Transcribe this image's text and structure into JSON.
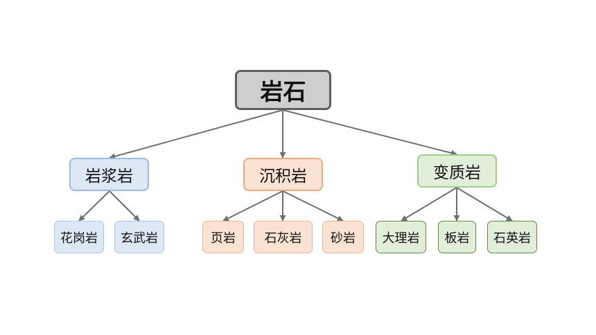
{
  "diagram": {
    "root": {
      "label": "岩石"
    },
    "categories": [
      {
        "label": "岩浆岩",
        "color": "#dde8f5",
        "children": [
          "花岗岩",
          "玄武岩"
        ]
      },
      {
        "label": "沉积岩",
        "color": "#fbe3d4",
        "children": [
          "页岩",
          "石灰岩",
          "砂岩"
        ]
      },
      {
        "label": "变质岩",
        "color": "#e1efd8",
        "children": [
          "大理岩",
          "板岩",
          "石英岩"
        ]
      }
    ],
    "edge_color": "#6f6f6f"
  }
}
